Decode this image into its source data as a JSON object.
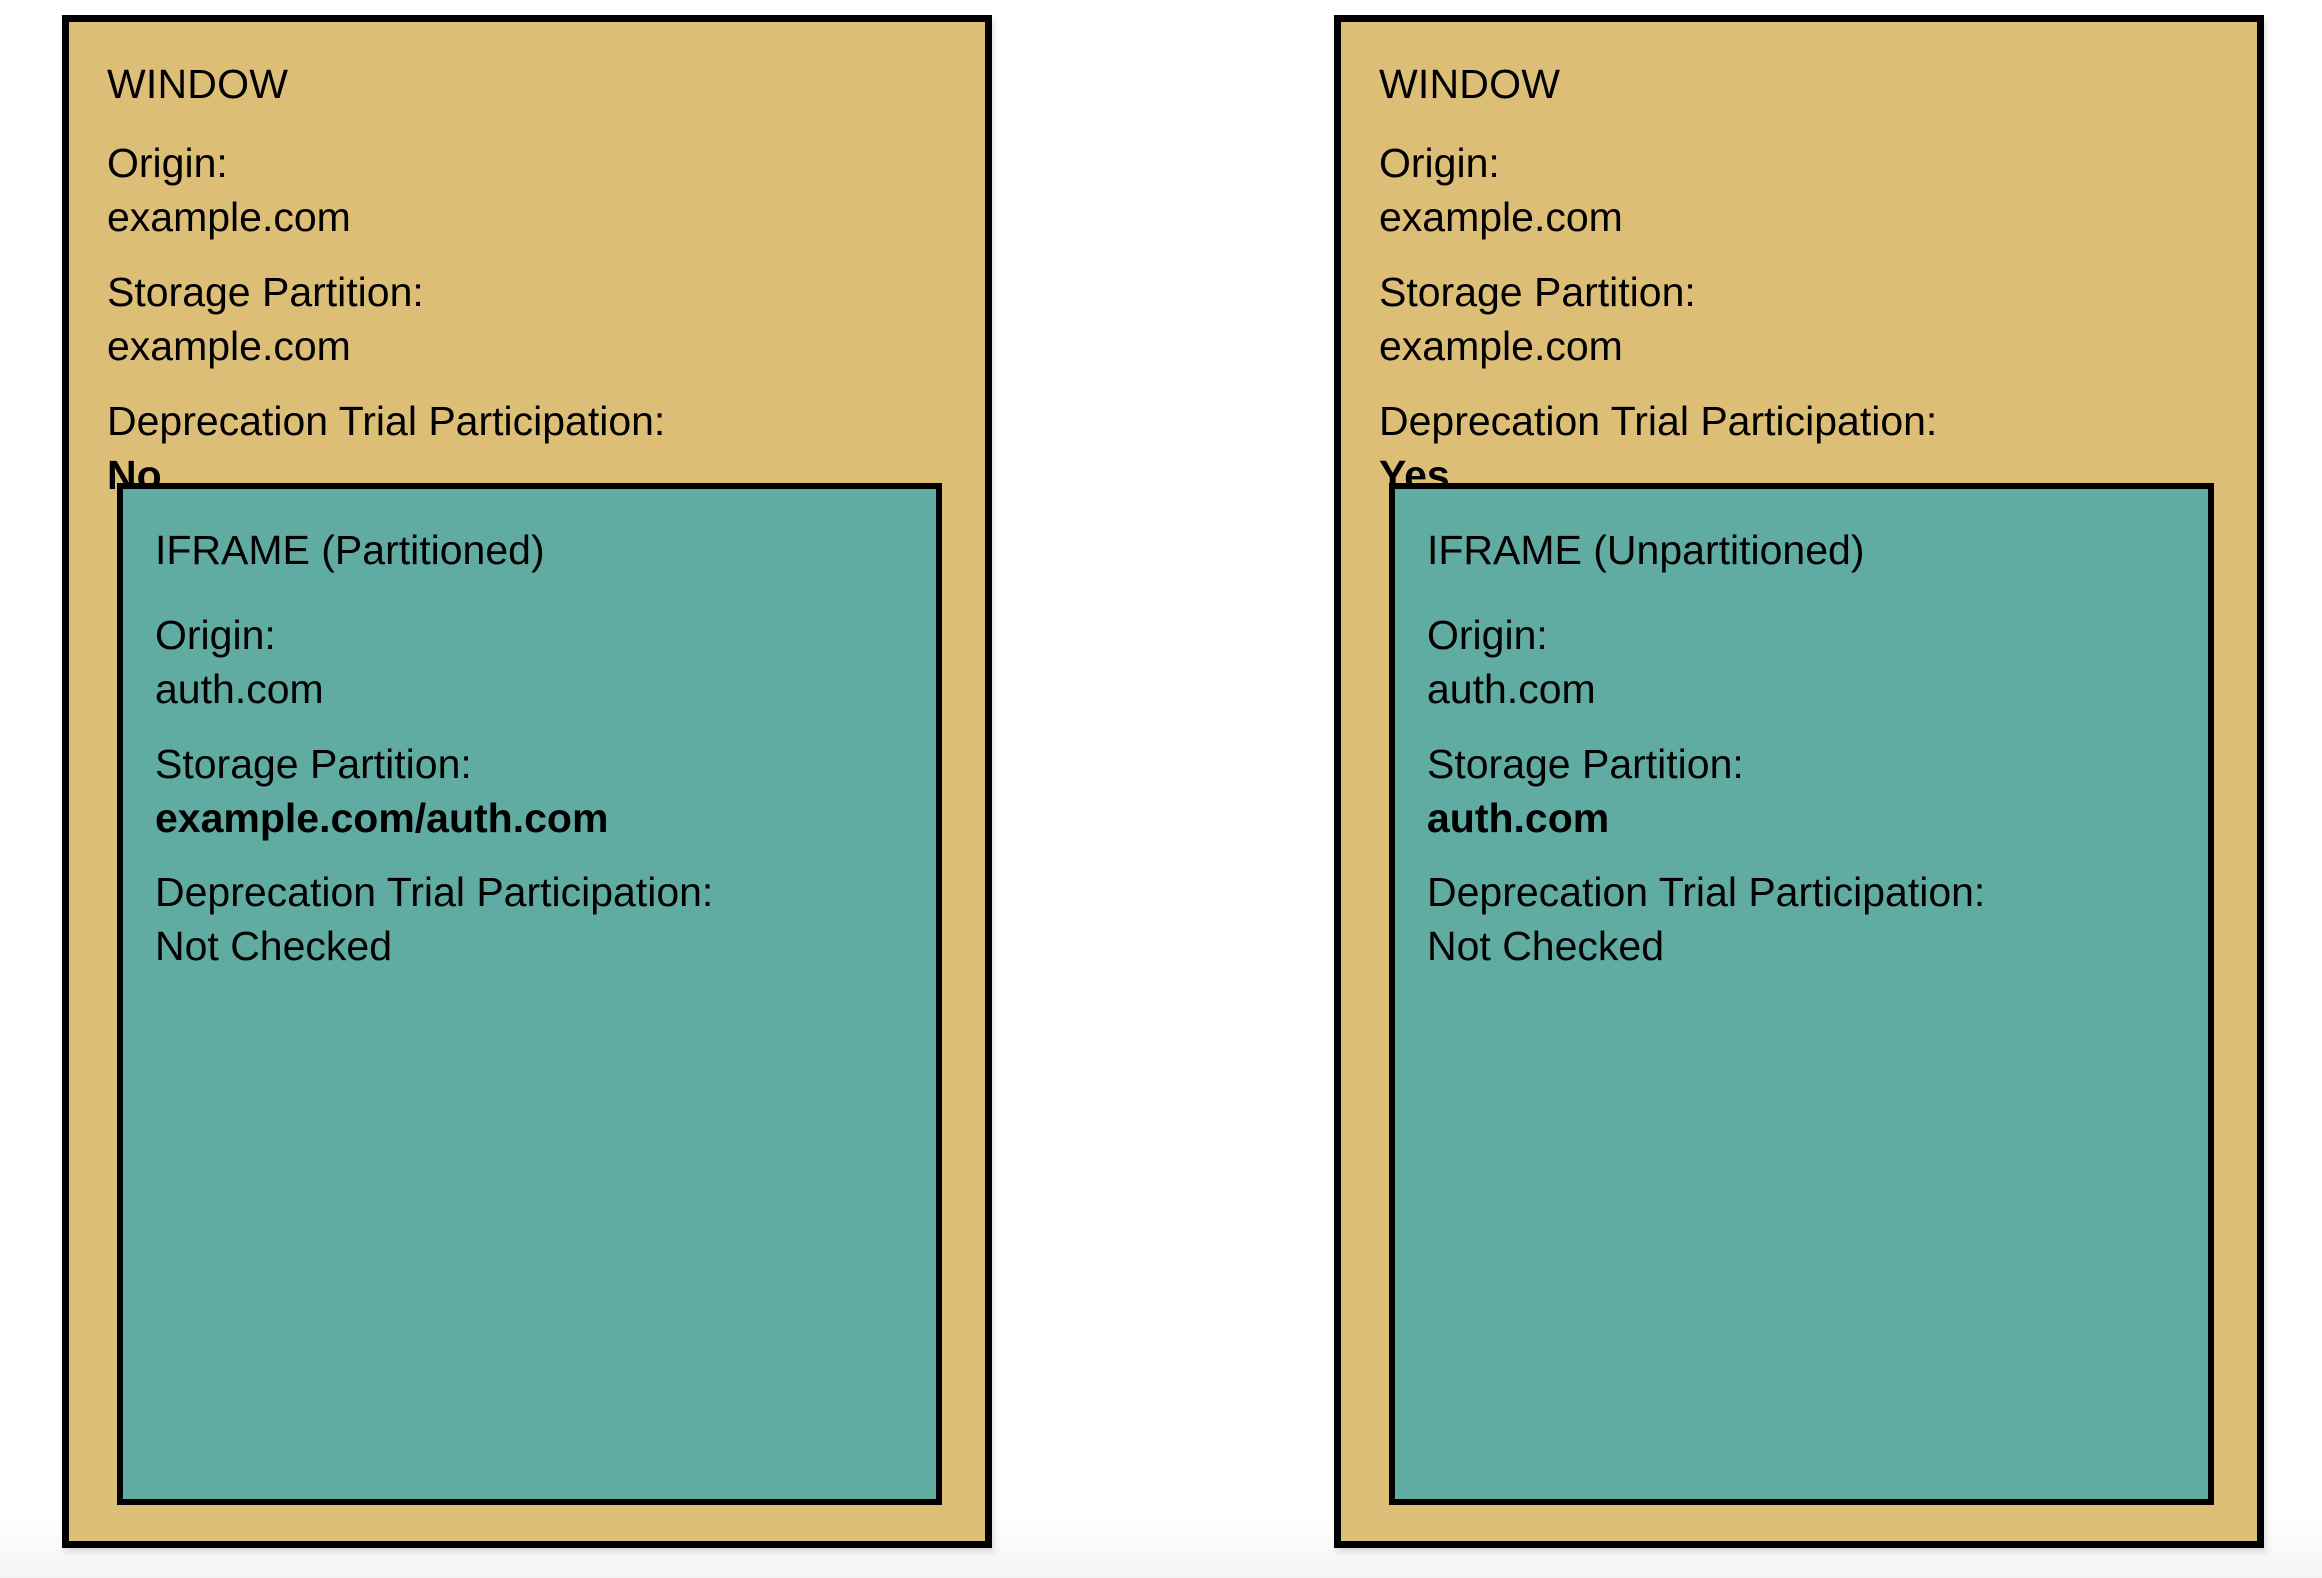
{
  "diagram": {
    "title_left": "WINDOW",
    "title_right": "WINDOW",
    "panels": [
      {
        "id": "partitioned-case",
        "window": {
          "title": "WINDOW",
          "fields": [
            {
              "label": "Origin:",
              "value": "example.com",
              "bold": false
            },
            {
              "label": "Storage Partition:",
              "value": "example.com",
              "bold": false
            },
            {
              "label": "Deprecation Trial Participation:",
              "value": "No",
              "bold": true
            }
          ]
        },
        "iframe": {
          "title": "IFRAME (Partitioned)",
          "fields": [
            {
              "label": "Origin:",
              "value": "auth.com",
              "bold": false
            },
            {
              "label": "Storage Partition:",
              "value": "example.com/auth.com",
              "bold": true
            },
            {
              "label": "Deprecation Trial Participation:",
              "value": "Not Checked",
              "bold": false
            }
          ]
        }
      },
      {
        "id": "unpartitioned-case",
        "window": {
          "title": "WINDOW",
          "fields": [
            {
              "label": "Origin:",
              "value": "example.com",
              "bold": false
            },
            {
              "label": "Storage Partition:",
              "value": "example.com",
              "bold": false
            },
            {
              "label": "Deprecation Trial Participation:",
              "value": "Yes",
              "bold": true
            }
          ]
        },
        "iframe": {
          "title": "IFRAME (Unpartitioned)",
          "fields": [
            {
              "label": "Origin:",
              "value": "auth.com",
              "bold": false
            },
            {
              "label": "Storage Partition:",
              "value": "auth.com",
              "bold": true
            },
            {
              "label": "Deprecation Trial Participation:",
              "value": "Not Checked",
              "bold": false
            }
          ]
        }
      }
    ],
    "colors": {
      "window_fill": "#ddbe76",
      "iframe_fill": "#60aca3",
      "border": "#000000",
      "text": "#000000",
      "page_background": "#ffffff"
    }
  }
}
